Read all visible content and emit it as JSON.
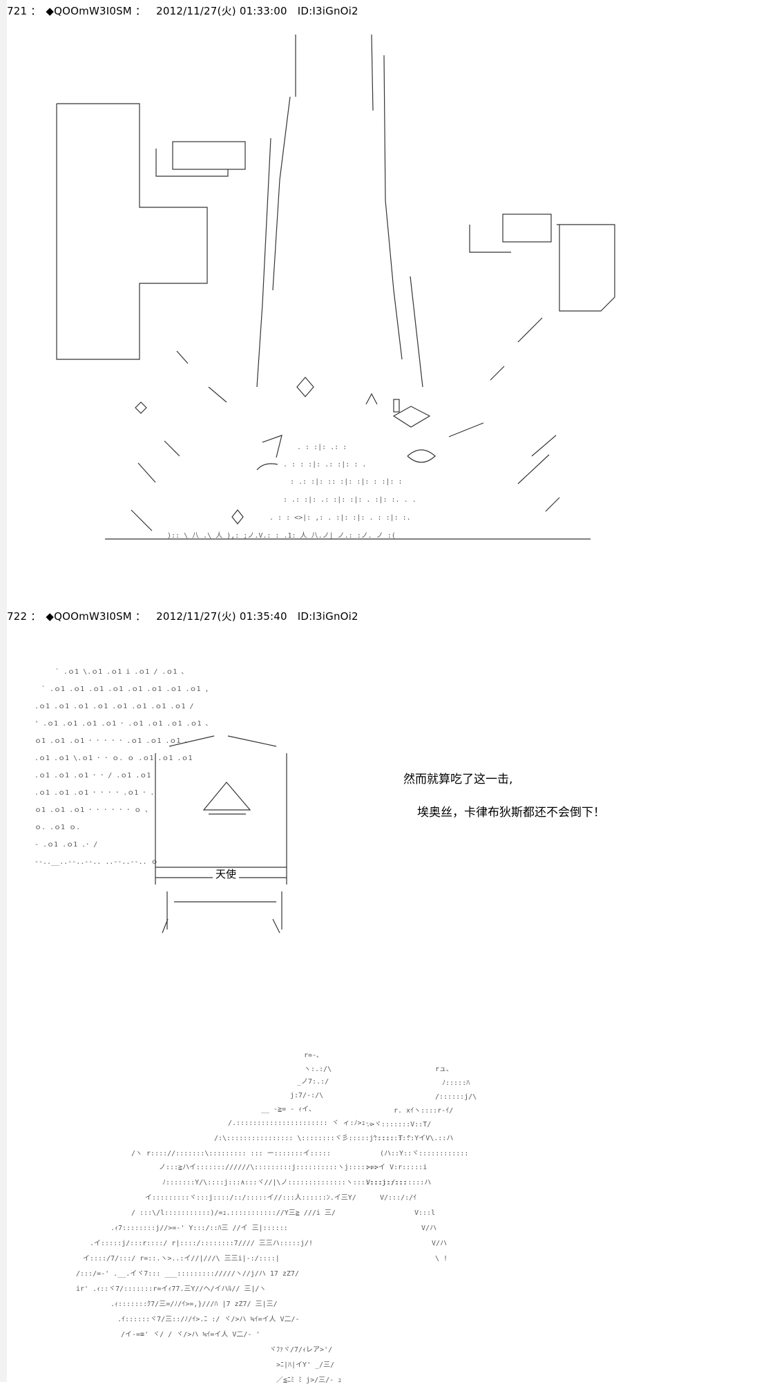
{
  "posts": [
    {
      "number": "721",
      "separator": "：",
      "name": "◆QOOmW3I0SM",
      "date": "2012/11/27(火) 01:33:00",
      "id": "ID:I3iGnOi2"
    },
    {
      "number": "722",
      "separator": "：",
      "name": "◆QOOmW3I0SM",
      "date": "2012/11/27(火) 01:35:40",
      "id": "ID:I3iGnOi2",
      "label": "天使",
      "narration": [
        "然而就算吃了这一击,",
        "埃奥丝，卡律布狄斯都还不会倒下！"
      ]
    }
  ]
}
